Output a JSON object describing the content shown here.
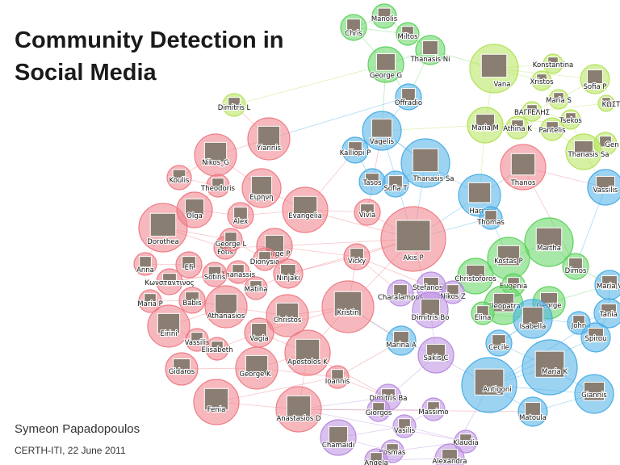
{
  "slide": {
    "title_line1": "Community Detection in",
    "title_line2": "Social Media",
    "author": "Symeon Papadopoulos",
    "affiliation_date": "CERTH-ITI, 22 June 2011"
  },
  "community_colors": {
    "green": "#5fd35f",
    "lime": "#b5e35a",
    "red": "#ef7d86",
    "blue": "#4aaee6",
    "purple": "#b98de0"
  },
  "nodes": [
    {
      "label": "Manolis",
      "community": "green"
    },
    {
      "label": "Chris",
      "community": "green"
    },
    {
      "label": "Miltos",
      "community": "green"
    },
    {
      "label": "Thanasis Ni",
      "community": "green"
    },
    {
      "label": "George G",
      "community": "green"
    },
    {
      "label": "Vana",
      "community": "lime"
    },
    {
      "label": "Konstantina",
      "community": "lime"
    },
    {
      "label": "Xristos",
      "community": "lime"
    },
    {
      "label": "Sofia P",
      "community": "lime"
    },
    {
      "label": "Maria S",
      "community": "lime"
    },
    {
      "label": "ΒΑΓΓΕΛΗΣ",
      "community": "lime"
    },
    {
      "label": "ΚΩΣΤ",
      "community": "lime"
    },
    {
      "label": "Tsekos",
      "community": "lime"
    },
    {
      "label": "Maria M",
      "community": "lime"
    },
    {
      "label": "Athina K",
      "community": "lime"
    },
    {
      "label": "Pantelis",
      "community": "lime"
    },
    {
      "label": "Gen",
      "community": "lime"
    },
    {
      "label": "Thanasis Sa",
      "community": "lime"
    },
    {
      "label": "Dimitris L",
      "community": "lime"
    },
    {
      "label": "Offradio",
      "community": "blue"
    },
    {
      "label": "Vagelis",
      "community": "blue"
    },
    {
      "label": "Kalliopi P",
      "community": "blue"
    },
    {
      "label": "Thanasis Sa",
      "community": "blue"
    },
    {
      "label": "Tasos",
      "community": "blue"
    },
    {
      "label": "Sofia T",
      "community": "blue"
    },
    {
      "label": "Harris",
      "community": "blue"
    },
    {
      "label": "Thomas",
      "community": "blue"
    },
    {
      "label": "Thanos",
      "community": "red"
    },
    {
      "label": "Vassilis",
      "community": "blue"
    },
    {
      "label": "Yiannis",
      "community": "red"
    },
    {
      "label": "Nikos_G",
      "community": "red"
    },
    {
      "label": "Koulis",
      "community": "red"
    },
    {
      "label": "Theodoris",
      "community": "red"
    },
    {
      "label": "Ειρηνη",
      "community": "red"
    },
    {
      "label": "Olga",
      "community": "red"
    },
    {
      "label": "Alex",
      "community": "red"
    },
    {
      "label": "Evangelia",
      "community": "red"
    },
    {
      "label": "Vivia",
      "community": "red"
    },
    {
      "label": "Dorothea",
      "community": "red"
    },
    {
      "label": "Fotis",
      "community": "red"
    },
    {
      "label": "George L",
      "community": "red"
    },
    {
      "label": "George P",
      "community": "red"
    },
    {
      "label": "Dionysia",
      "community": "red"
    },
    {
      "label": "Akis P",
      "community": "red"
    },
    {
      "label": "Anna",
      "community": "red"
    },
    {
      "label": "Efi",
      "community": "red"
    },
    {
      "label": "Thanassis",
      "community": "red"
    },
    {
      "label": "Vicky",
      "community": "red"
    },
    {
      "label": "Κωνσταντινος",
      "community": "red"
    },
    {
      "label": "Sotiris",
      "community": "red"
    },
    {
      "label": "Ninjaki",
      "community": "red"
    },
    {
      "label": "Matina",
      "community": "red"
    },
    {
      "label": "Maria P",
      "community": "red"
    },
    {
      "label": "Babis",
      "community": "red"
    },
    {
      "label": "Athanasios",
      "community": "red"
    },
    {
      "label": "Eirini",
      "community": "red"
    },
    {
      "label": "Christos",
      "community": "red"
    },
    {
      "label": "Kristin",
      "community": "red"
    },
    {
      "label": "Vassilis",
      "community": "red"
    },
    {
      "label": "Elisabeth",
      "community": "red"
    },
    {
      "label": "Vagia",
      "community": "red"
    },
    {
      "label": "Apostolos K",
      "community": "red"
    },
    {
      "label": "Gidaros",
      "community": "red"
    },
    {
      "label": "George K",
      "community": "red"
    },
    {
      "label": "Ioannis",
      "community": "red"
    },
    {
      "label": "Fenia",
      "community": "red"
    },
    {
      "label": "Anastasios D",
      "community": "red"
    },
    {
      "label": "Kostas P",
      "community": "green"
    },
    {
      "label": "Martha",
      "community": "green"
    },
    {
      "label": "Dimos",
      "community": "green"
    },
    {
      "label": "Christoforos",
      "community": "green"
    },
    {
      "label": "Stefanos K",
      "community": "purple"
    },
    {
      "label": "Eugenia",
      "community": "green"
    },
    {
      "label": "Charalampos",
      "community": "purple"
    },
    {
      "label": "Nikos Z",
      "community": "purple"
    },
    {
      "label": "Cleopatra",
      "community": "green"
    },
    {
      "label": "George",
      "community": "green"
    },
    {
      "label": "Maria V",
      "community": "blue"
    },
    {
      "label": "Dimitris Bo",
      "community": "purple"
    },
    {
      "label": "Elina",
      "community": "green"
    },
    {
      "label": "Isabella",
      "community": "blue"
    },
    {
      "label": "John",
      "community": "blue"
    },
    {
      "label": "Tania",
      "community": "blue"
    },
    {
      "label": "Spirou",
      "community": "blue"
    },
    {
      "label": "Marina A",
      "community": "blue"
    },
    {
      "label": "Sakis C",
      "community": "purple"
    },
    {
      "label": "Cecile",
      "community": "blue"
    },
    {
      "label": "Maria K",
      "community": "blue"
    },
    {
      "label": "Antigoni",
      "community": "blue"
    },
    {
      "label": "Giannis",
      "community": "blue"
    },
    {
      "label": "Dimitris Ba",
      "community": "purple"
    },
    {
      "label": "Giorgos",
      "community": "purple"
    },
    {
      "label": "Massimo",
      "community": "purple"
    },
    {
      "label": "Vasilis",
      "community": "purple"
    },
    {
      "label": "Matoula",
      "community": "blue"
    },
    {
      "label": "Chamaidi",
      "community": "purple"
    },
    {
      "label": "Klaudia",
      "community": "purple"
    },
    {
      "label": "Kosmas",
      "community": "purple"
    },
    {
      "label": "Angela",
      "community": "purple"
    },
    {
      "label": "Alexandra",
      "community": "purple"
    }
  ]
}
